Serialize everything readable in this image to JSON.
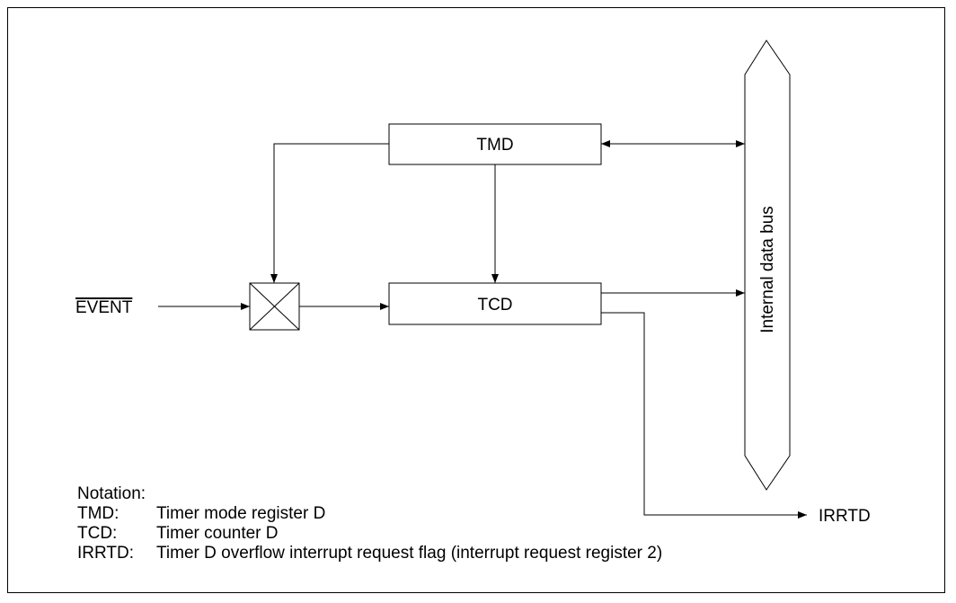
{
  "diagram": {
    "blocks": {
      "tmd": "TMD",
      "tcd": "TCD"
    },
    "bus_label": "Internal data bus",
    "input_label": "EVENT",
    "output_label": "IRRTD"
  },
  "notation": {
    "heading": "Notation:",
    "items": [
      {
        "key": "TMD:",
        "desc": "Timer mode register D"
      },
      {
        "key": "TCD:",
        "desc": "Timer counter D"
      },
      {
        "key": "IRRTD:",
        "desc": "Timer D overflow interrupt request flag (interrupt request register 2)"
      }
    ]
  }
}
